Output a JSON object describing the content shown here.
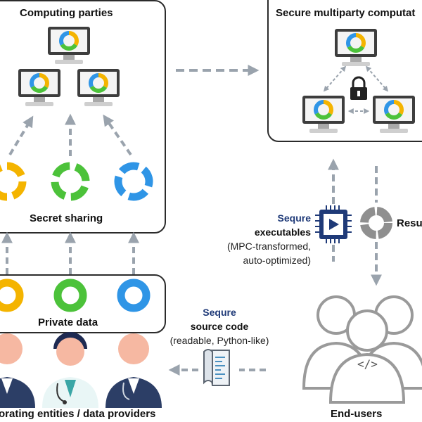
{
  "computing_parties": {
    "title": "Computing parties"
  },
  "secret_sharing": {
    "title": "Secret sharing"
  },
  "private_data": {
    "title": "Private data"
  },
  "smc": {
    "title": "Secure multiparty computat"
  },
  "providers": {
    "caption": "orating entities / data providers"
  },
  "end_users": {
    "caption": "End-users"
  },
  "sequre_executables": {
    "brand": "Sequre",
    "line1": "executables",
    "line2": "(MPC-transformed,",
    "line3": "auto-optimized)"
  },
  "results": {
    "label": "Resu"
  },
  "sequre_source": {
    "brand": "Sequre",
    "line1": "source code",
    "line2": "(readable, Python-like)"
  },
  "code_symbol": "</>",
  "colors": {
    "yellow": "#f4b400",
    "green": "#4cc23a",
    "blue": "#2f95e6",
    "arrow": "#9aa3ad",
    "navy": "#1f3a78",
    "person_gray": "#9a9a9a"
  }
}
